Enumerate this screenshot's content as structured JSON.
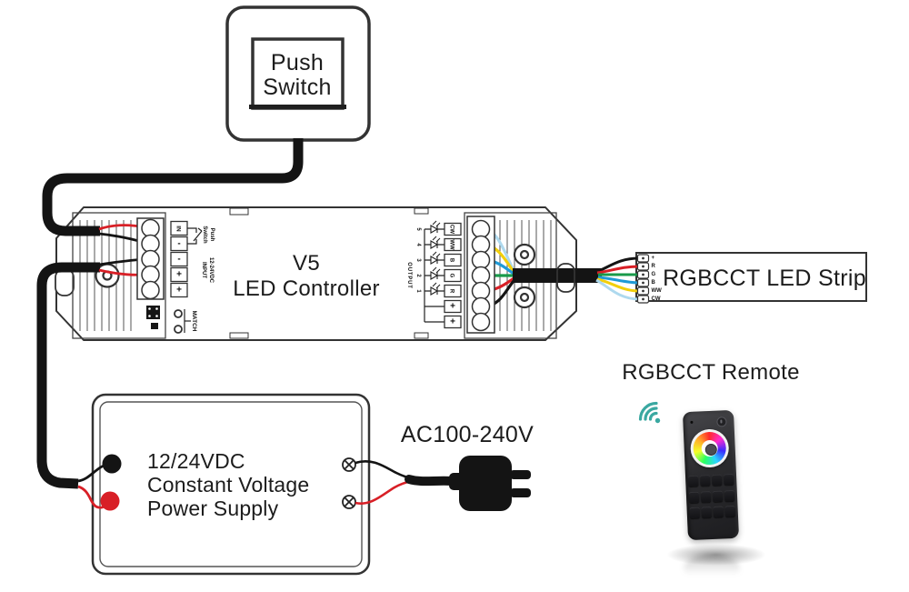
{
  "push_switch": {
    "line1": "Push",
    "line2": "Switch"
  },
  "controller": {
    "title_line1": "V5",
    "title_line2": "LED Controller",
    "input_labels": [
      "IN",
      "-",
      "-",
      "+",
      "+"
    ],
    "switch_note_line1": "Switch",
    "switch_note_line2": "Push",
    "input_note_line1": "INPUT",
    "input_note_line2": "12-24VDC",
    "match_label": "MATCH",
    "output_title": "OUTPUT",
    "channel_numbers": [
      "5",
      "4",
      "3",
      "2",
      "1"
    ],
    "output_labels": [
      "CW",
      "WW",
      "B",
      "G",
      "R",
      "+",
      "+"
    ]
  },
  "led_strip": {
    "title": "RGBCCT LED Strip",
    "pad_labels": [
      "+",
      "R",
      "G",
      "B",
      "WW",
      "CW"
    ]
  },
  "remote": {
    "title": "RGBCCT Remote"
  },
  "power_supply": {
    "line1": "12/24VDC",
    "line2": "Constant Voltage",
    "line3": "Power Supply"
  },
  "ac_plug": {
    "label": "AC100-240V"
  },
  "colors": {
    "wire_red": "#d81f26",
    "wire_black": "#141414",
    "wire_green": "#189a4a",
    "wire_blue": "#1f9ad6",
    "wire_yellow": "#f2cf0c",
    "wire_cool_white": "#aed9ee",
    "wifi_teal": "#3aa8a1",
    "outline": "#2b2b2b"
  }
}
